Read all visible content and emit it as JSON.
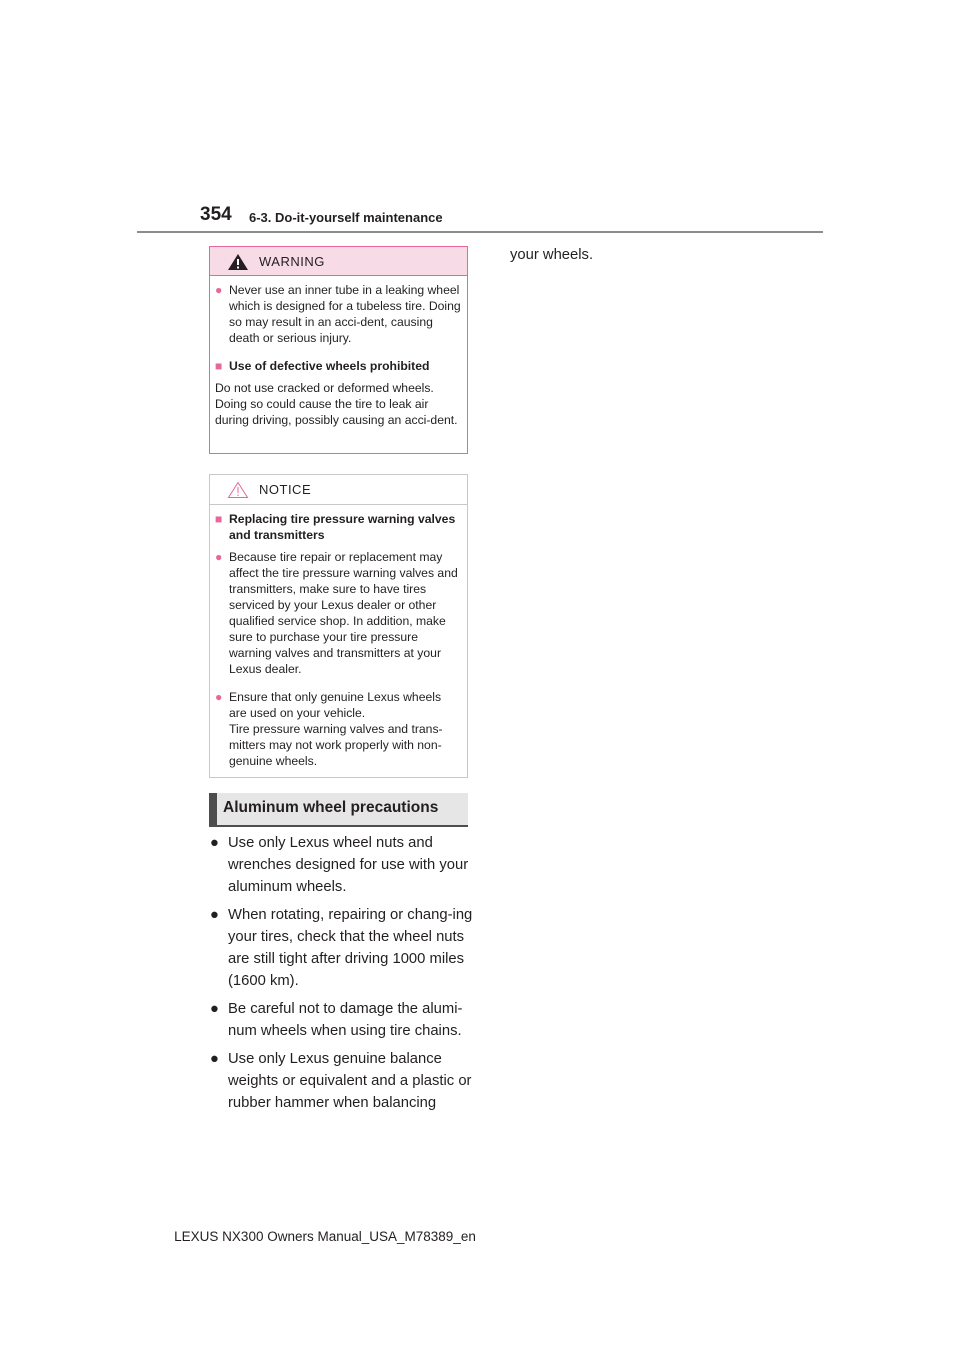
{
  "header": {
    "page_number": "354",
    "section": "6-3. Do-it-yourself maintenance"
  },
  "warning": {
    "title": "WARNING",
    "item1": "Never use an inner tube in a leaking wheel which is designed for a tubeless tire. Doing so may result in an acci-dent, causing death or serious injury.",
    "subhead": "Use of defective wheels prohibited",
    "para": "Do not use cracked or deformed wheels. Doing so could cause the tire to leak air during driving, possibly causing an acci-dent."
  },
  "notice": {
    "title": "NOTICE",
    "subhead": "Replacing tire pressure warning valves and transmitters",
    "item1": "Because tire repair or replacement may affect the tire pressure warning valves and transmitters, make sure to have tires serviced by your Lexus dealer or other qualified service shop. In addition, make sure to purchase your tire pressure warning valves and transmitters at your Lexus dealer.",
    "item2_a": "Ensure that only genuine Lexus wheels are used on your vehicle.",
    "item2_b": "Tire pressure warning valves and trans-mitters may not work properly with non-genuine wheels."
  },
  "section_heading": "Aluminum wheel precautions",
  "bullets": [
    "Use only Lexus wheel nuts and wrenches designed for use with your aluminum wheels.",
    "When rotating, repairing or chang-ing your tires, check that the wheel nuts are still tight after driving 1000 miles (1600 km).",
    "Be careful not to damage the alumi-num wheels when using tire chains.",
    "Use only Lexus genuine balance weights or equivalent and a plastic or rubber hammer when balancing"
  ],
  "continuation": "your wheels.",
  "footer": "LEXUS NX300 Owners Manual_USA_M78389_en",
  "colors": {
    "warning_accent": "#e6679a",
    "warning_fill": "#f7dbe7",
    "heading_bar": "#e6e6e6"
  }
}
